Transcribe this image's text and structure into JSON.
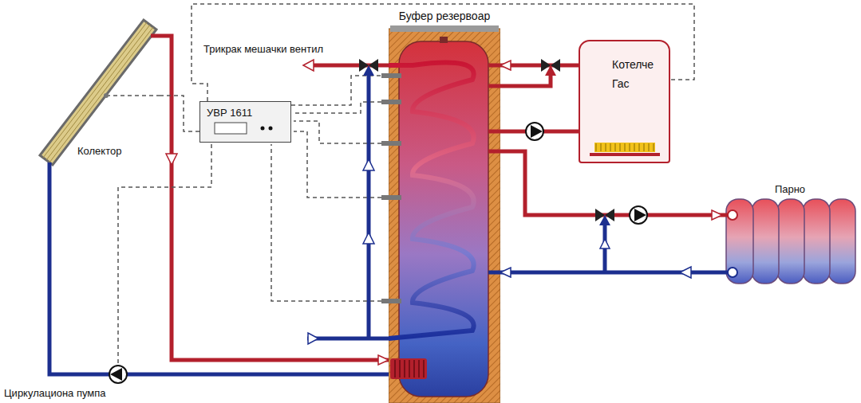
{
  "diagram": {
    "nodes": [
      {
        "text": [
          "Колектор"
        ]
      },
      {
        "text": [
          "УВР 1611"
        ]
      },
      {
        "text": [
          "Буфер резервоар"
        ]
      },
      {
        "text": [
          "Котелче Гас"
        ]
      },
      {
        "text": [
          "Парно"
        ]
      }
    ],
    "edges": [
      {
        "from": 0,
        "to": 2,
        "arrow": "to"
      },
      {
        "from": 2,
        "to": 0,
        "arrow": "none"
      },
      {
        "from": 3,
        "to": 2,
        "arrow": "to"
      },
      {
        "from": 2,
        "to": 3,
        "arrow": "none"
      },
      {
        "from": 2,
        "to": 4,
        "arrow": "to"
      },
      {
        "from": 4,
        "to": 2,
        "arrow": "to"
      },
      {
        "from": 1,
        "to": 0,
        "arrow": "none"
      },
      {
        "from": 1,
        "to": 2,
        "arrow": "none"
      },
      {
        "from": 1,
        "to": 3,
        "arrow": "none"
      }
    ],
    "labels": [
      "Трикрак мешачки вентил",
      "Циркулациона пумпа"
    ]
  }
}
